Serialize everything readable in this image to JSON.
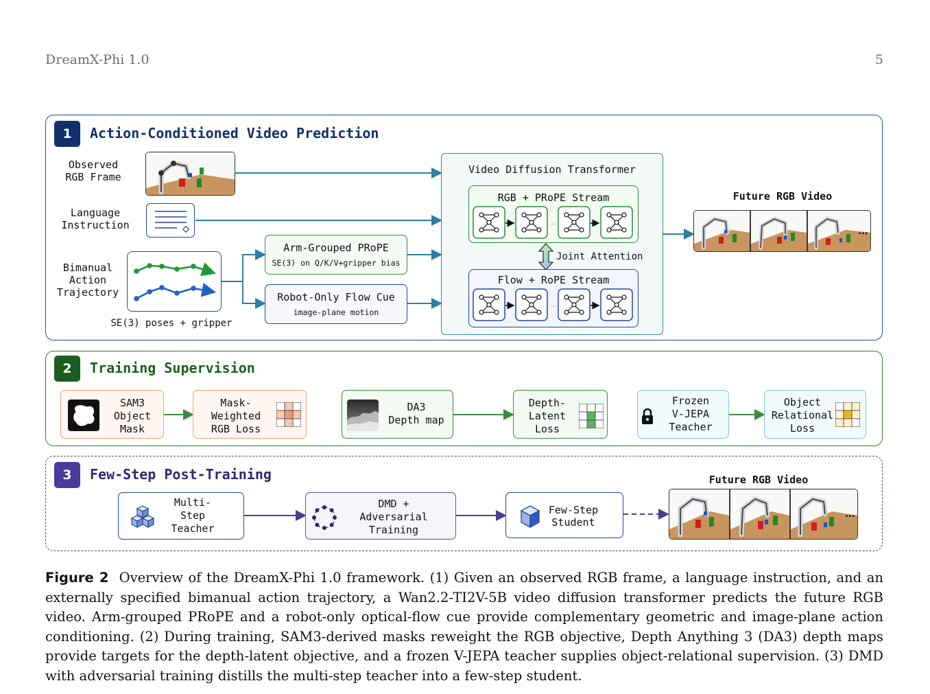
{
  "header": {
    "running_title": "DreamX-Phi 1.0",
    "page_number": "5"
  },
  "panel1": {
    "number": "1",
    "title": "Action-Conditioned Video Prediction",
    "inputs": {
      "observed": "Observed\nRGB Frame",
      "language": "Language\nInstruction",
      "bimanual": "Bimanual\nAction\nTrajectory",
      "poses_note": "SE(3) poses + gripper"
    },
    "prope_box": {
      "title": "Arm-Grouped PRoPE",
      "sub": "SE(3) on Q/K/V+gripper bias"
    },
    "flow_box": {
      "title": "Robot-Only Flow Cue",
      "sub": "image-plane motion"
    },
    "vdt": {
      "title": "Video Diffusion Transformer",
      "rgb_stream": "RGB + PRoPE Stream",
      "flow_stream": "Flow + RoPE Stream",
      "joint": "Joint Attention",
      "ellipsis": "..."
    },
    "output": {
      "label": "Future RGB Video",
      "more": "..."
    }
  },
  "panel2": {
    "number": "2",
    "title": "Training Supervision",
    "boxes": {
      "sam3": "SAM3\nObject\nMask",
      "mask_loss": "Mask-\nWeighted\nRGB Loss",
      "da3": "DA3\nDepth map",
      "depth_loss": "Depth-\nLatent\nLoss",
      "vjepa": "Frozen\nV-JEPA\nTeacher",
      "rel_loss": "Object\nRelational\nLoss"
    }
  },
  "panel3": {
    "number": "3",
    "title": "Few-Step Post-Training",
    "boxes": {
      "teacher": "Multi-\nStep\nTeacher",
      "dmd": "DMD +\nAdversarial\nTraining",
      "student": "Few-Step\nStudent"
    },
    "output": {
      "label": "Future RGB Video",
      "more": "..."
    }
  },
  "caption": {
    "label": "Figure 2",
    "text": "Overview of the DreamX-Phi 1.0 framework. (1) Given an observed RGB frame, a language instruction, and an externally specified bimanual action trajectory, a Wan2.2-TI2V-5B video diffusion transformer predicts the future RGB video. Arm-grouped PRoPE and a robot-only optical-flow cue provide complementary geometric and image-plane action conditioning. (2) During training, SAM3-derived masks reweight the RGB objective, Depth Anything 3 (DA3) depth maps provide targets for the depth-latent objective, and a frozen V-JEPA teacher supplies object-relational supervision. (3) DMD with adversarial training distills the multi-step teacher into a few-step student."
  },
  "colors": {
    "panel1": "#1f4f9a",
    "panel1_title": "#14306e",
    "panel1_badge": "#13306b",
    "panel2": "#2e7d32",
    "panel2_title": "#1b6020",
    "panel2_badge": "#1b5e20",
    "panel3": "#4b3f8f",
    "panel3_title": "#2f2775",
    "panel3_badge": "#4a3a9a",
    "vdt_border": "#2f8a8a",
    "vdt_fill": "#f3f9f9",
    "rgb_stream": "#2e8b3e",
    "flow_stream": "#2347a0",
    "traj_green": "#1e9a3c",
    "traj_blue": "#1f63c6",
    "orange_box": "#e9a07a",
    "green_box": "#3c8b3f",
    "cyan_box": "#7cc7dc",
    "purple_box": "#5a4ea5"
  }
}
